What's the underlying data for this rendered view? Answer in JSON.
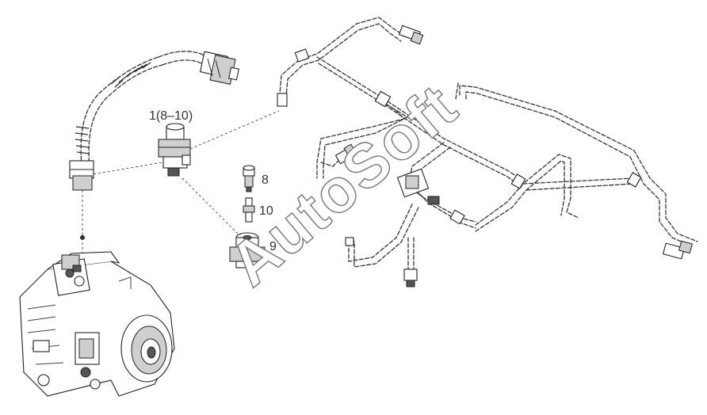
{
  "diagram": {
    "callouts": {
      "part_1": "1(8–10)",
      "part_8": "8",
      "part_10": "10",
      "part_9": "9"
    },
    "watermark": "AutoSoft"
  }
}
